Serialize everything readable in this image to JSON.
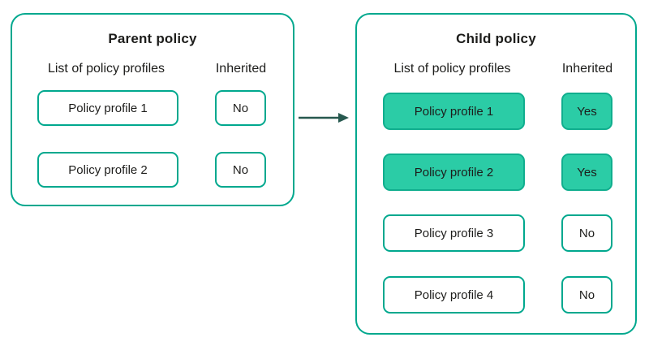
{
  "colors": {
    "box_border_green": "#00a88e",
    "highlight_fill_green": "#2bcca6",
    "highlight_border_green": "#10ae8e",
    "arrow_dark_teal": "#27594f",
    "text_dark": "#1d1d1b",
    "background": "#ffffff"
  },
  "parent": {
    "title": "Parent policy",
    "columns": {
      "profiles": "List of policy profiles",
      "inherited": "Inherited"
    },
    "rows": [
      {
        "profile": "Policy profile 1",
        "inherited": "No",
        "highlighted": false
      },
      {
        "profile": "Policy profile 2",
        "inherited": "No",
        "highlighted": false
      }
    ]
  },
  "child": {
    "title": "Child policy",
    "columns": {
      "profiles": "List of policy profiles",
      "inherited": "Inherited"
    },
    "rows": [
      {
        "profile": "Policy profile 1",
        "inherited": "Yes",
        "highlighted": true
      },
      {
        "profile": "Policy profile 2",
        "inherited": "Yes",
        "highlighted": true
      },
      {
        "profile": "Policy profile 3",
        "inherited": "No",
        "highlighted": false
      },
      {
        "profile": "Policy profile 4",
        "inherited": "No",
        "highlighted": false
      }
    ]
  },
  "arrow": {
    "direction": "right",
    "meaning": "inheritance from parent to child"
  }
}
